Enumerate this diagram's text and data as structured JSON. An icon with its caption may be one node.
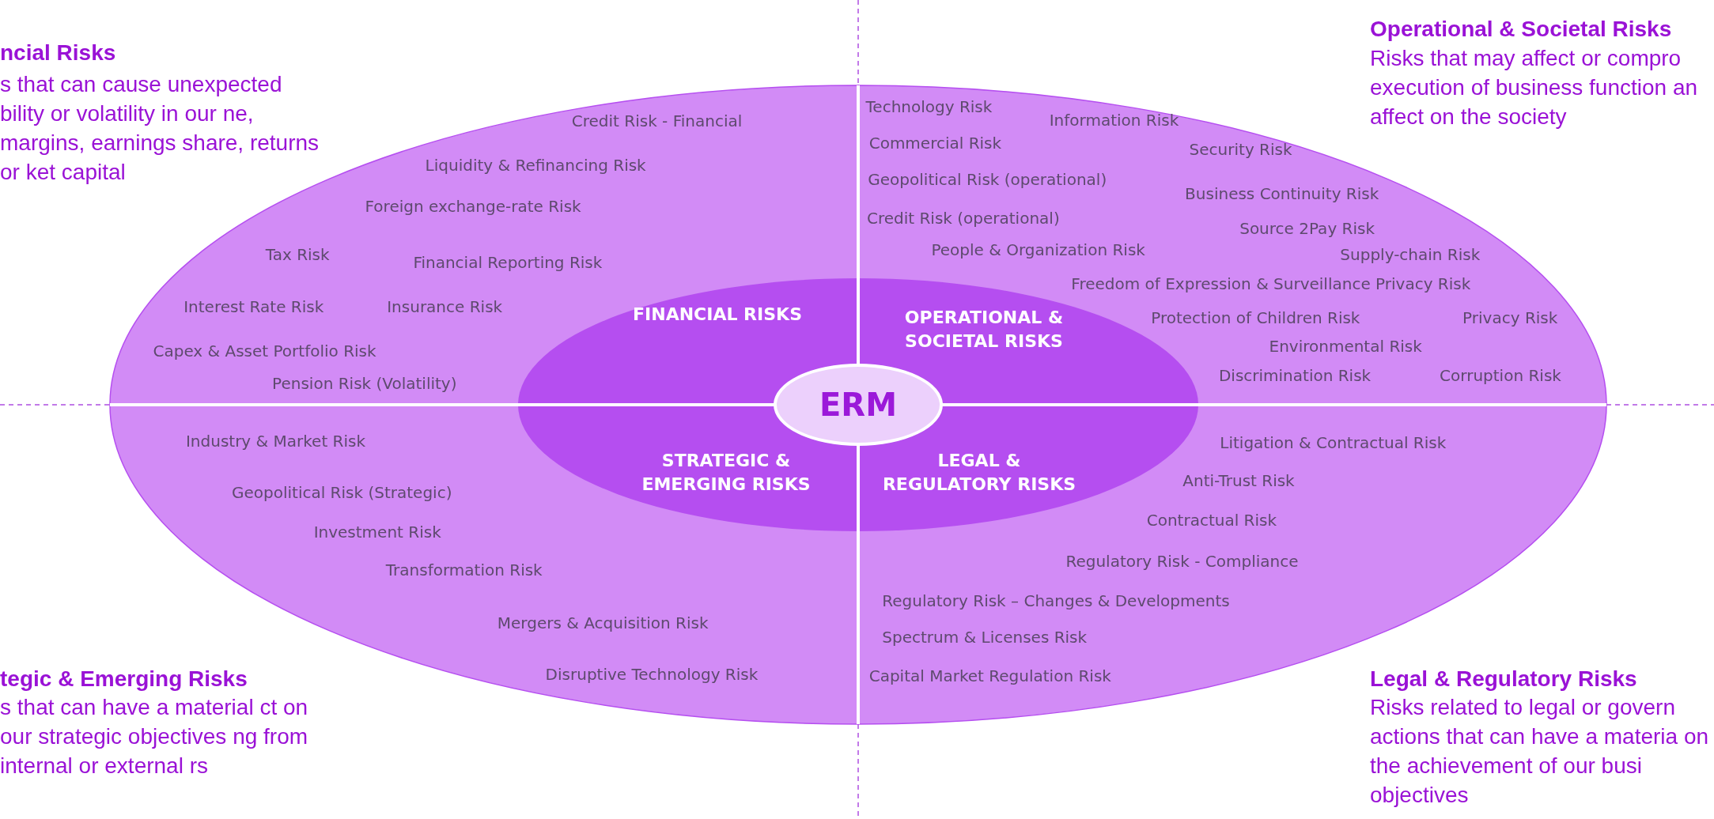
{
  "diagram": {
    "nodes": [
      {
        "text": [
          "Credit Risk - Financial",
          "Liquidity & Refinancing Risk",
          "Foreign exchange-rate Risk",
          "Tax Risk",
          "Financial Reporting Risk",
          "Interest Rate Risk",
          "Insurance Risk",
          "Capex & Asset Portfolio Risk",
          "Pension Risk (Volatility)"
        ]
      },
      {
        "text": [
          "FINANCIAL RISKS"
        ],
        "in": 0
      },
      {
        "text": [
          "Technology Risk",
          "Information Risk",
          "Commercial Risk",
          "Security Risk",
          "Geopolitical Risk (operational)",
          "Business Continuity Risk",
          "Credit Risk (operational)",
          "Source 2Pay Risk",
          "People & Organization Risk",
          "Supply-chain Risk",
          "Freedom of Expression & Surveillance Privacy Risk",
          "Protection of Children Risk",
          "Privacy Risk",
          "Environmental Risk",
          "Discrimination Risk",
          "Corruption Risk"
        ]
      },
      {
        "text": [
          "OPERATIONAL & SOCIETAL RISKS"
        ],
        "in": 2
      },
      {
        "text": [
          "ERM"
        ]
      },
      {
        "text": [
          "Industry & Market Risk",
          "Geopolitical Risk (Strategic)",
          "Investment Risk",
          "Transformation Risk",
          "Mergers & Acquisition Risk",
          "Disruptive Technology Risk"
        ]
      },
      {
        "text": [
          "STRATEGIC & EMERGING RISKS"
        ],
        "in": 5
      },
      {
        "text": [
          "Litigation & Contractual Risk",
          "Anti-Trust Risk",
          "Contractual Risk",
          "Regulatory Risk - Compliance",
          "Regulatory Risk – Changes & Developments",
          "Spectrum & Licenses Risk",
          "Capital Market Regulation Risk"
        ]
      },
      {
        "text": [
          "LEGAL & REGULATORY RISKS"
        ],
        "in": 7
      }
    ],
    "edges": [],
    "labels": [
      "ncial Risks",
      "s that can cause unexpected bility or volatility in our ne,  margins, earnings share, returns or ket capital",
      "Operational & Societal Risks",
      "Risks that may affect or compro execution of business function an affect on the society",
      "tegic & Emerging Risks",
      "s that can have a material ct on our strategic objectives ng from internal or external rs",
      "Legal & Regulatory Risks",
      "Risks related to legal or govern actions that can have a materia on the achievement of our busi objectives"
    ]
  }
}
